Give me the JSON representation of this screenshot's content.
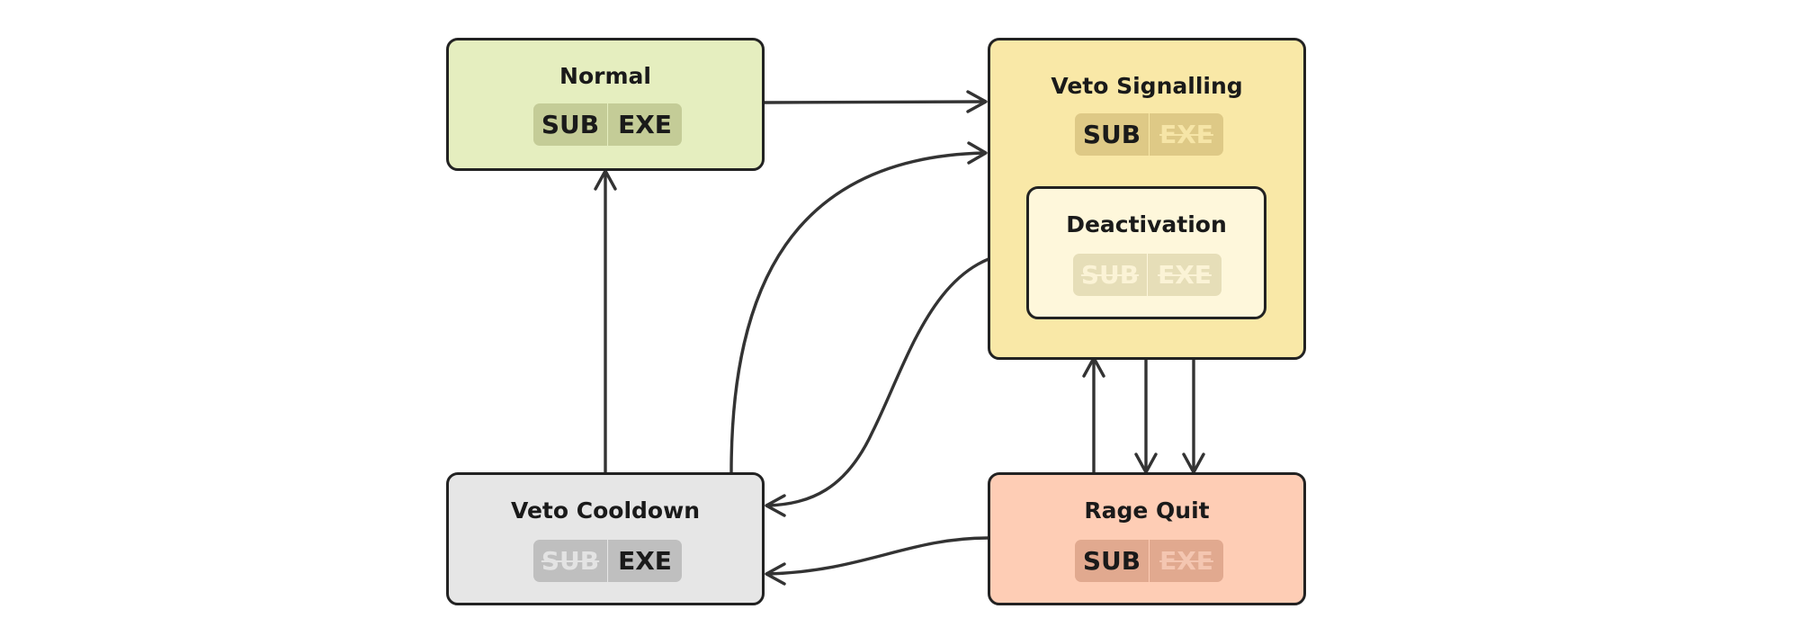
{
  "states": {
    "normal": {
      "title": "Normal",
      "sub": "SUB",
      "exe": "EXE",
      "sub_enabled": true,
      "exe_enabled": true,
      "color": "#e5eebf"
    },
    "veto_signalling": {
      "title": "Veto Signalling",
      "sub": "SUB",
      "exe": "EXE",
      "sub_enabled": true,
      "exe_enabled": false,
      "color": "#f9e8a7"
    },
    "deactivation": {
      "title": "Deactivation",
      "sub": "SUB",
      "exe": "EXE",
      "sub_enabled": false,
      "exe_enabled": false,
      "color": "#fef7db"
    },
    "veto_cooldown": {
      "title": "Veto Cooldown",
      "sub": "SUB",
      "exe": "EXE",
      "sub_enabled": false,
      "exe_enabled": true,
      "color": "#e6e6e6"
    },
    "rage_quit": {
      "title": "Rage Quit",
      "sub": "SUB",
      "exe": "EXE",
      "sub_enabled": true,
      "exe_enabled": false,
      "color": "#fecdb5"
    }
  },
  "transitions": [
    {
      "from": "Normal",
      "to": "Veto Signalling"
    },
    {
      "from": "Veto Cooldown",
      "to": "Normal"
    },
    {
      "from": "Veto Cooldown",
      "to": "Veto Signalling"
    },
    {
      "from": "Deactivation",
      "to": "Veto Cooldown"
    },
    {
      "from": "Rage Quit",
      "to": "Veto Signalling"
    },
    {
      "from": "Deactivation",
      "to": "Rage Quit"
    },
    {
      "from": "Veto Signalling",
      "to": "Rage Quit"
    },
    {
      "from": "Rage Quit",
      "to": "Veto Cooldown"
    }
  ],
  "colors": {
    "stroke": "#222222",
    "arrow": "#333333"
  }
}
